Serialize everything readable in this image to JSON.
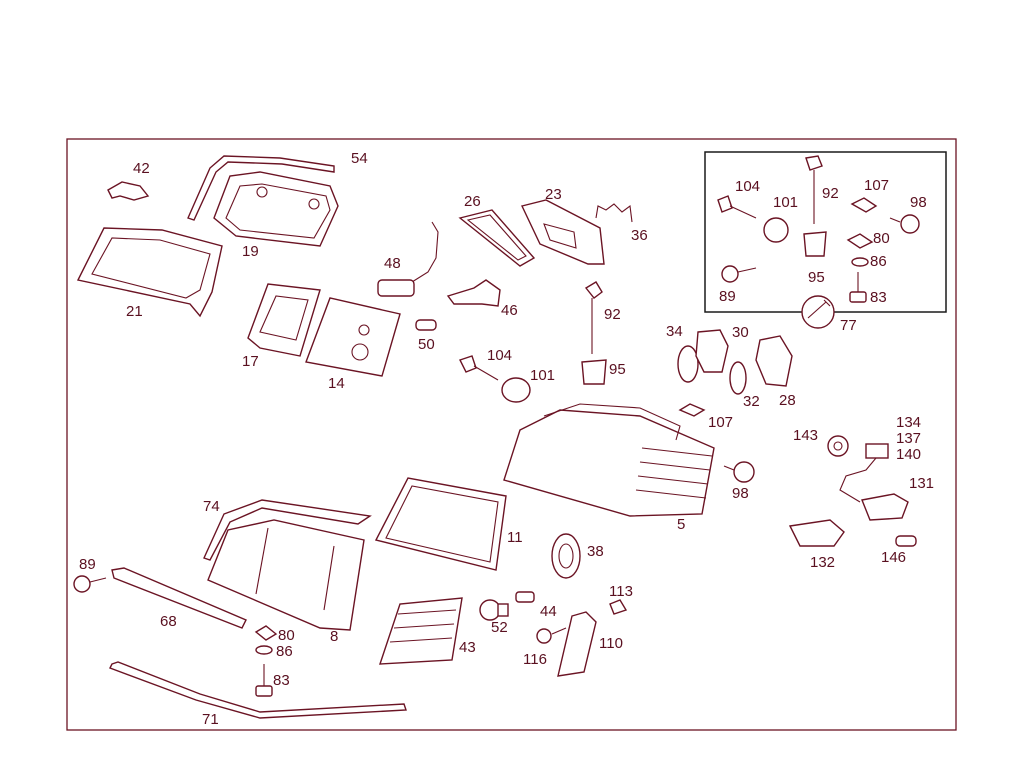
{
  "diagram": {
    "callouts": [
      {
        "id": "42",
        "text": "42"
      },
      {
        "id": "54",
        "text": "54"
      },
      {
        "id": "19",
        "text": "19"
      },
      {
        "id": "21",
        "text": "21"
      },
      {
        "id": "26",
        "text": "26"
      },
      {
        "id": "23",
        "text": "23"
      },
      {
        "id": "36",
        "text": "36"
      },
      {
        "id": "48",
        "text": "48"
      },
      {
        "id": "46",
        "text": "46"
      },
      {
        "id": "92a",
        "text": "92"
      },
      {
        "id": "50",
        "text": "50"
      },
      {
        "id": "17",
        "text": "17"
      },
      {
        "id": "14",
        "text": "14"
      },
      {
        "id": "104a",
        "text": "104"
      },
      {
        "id": "101a",
        "text": "101"
      },
      {
        "id": "95a",
        "text": "95"
      },
      {
        "id": "34",
        "text": "34"
      },
      {
        "id": "30",
        "text": "30"
      },
      {
        "id": "32",
        "text": "32"
      },
      {
        "id": "28",
        "text": "28"
      },
      {
        "id": "107a",
        "text": "107"
      },
      {
        "id": "98a",
        "text": "98"
      },
      {
        "id": "5",
        "text": "5"
      },
      {
        "id": "143",
        "text": "143"
      },
      {
        "id": "134",
        "text": "134"
      },
      {
        "id": "137",
        "text": "137"
      },
      {
        "id": "140",
        "text": "140"
      },
      {
        "id": "131",
        "text": "131"
      },
      {
        "id": "132",
        "text": "132"
      },
      {
        "id": "146",
        "text": "146"
      },
      {
        "id": "104b",
        "text": "104"
      },
      {
        "id": "101b",
        "text": "101"
      },
      {
        "id": "92b",
        "text": "92"
      },
      {
        "id": "107b",
        "text": "107"
      },
      {
        "id": "98b",
        "text": "98"
      },
      {
        "id": "80a",
        "text": "80"
      },
      {
        "id": "86a",
        "text": "86"
      },
      {
        "id": "95b",
        "text": "95"
      },
      {
        "id": "89a",
        "text": "89"
      },
      {
        "id": "83a",
        "text": "83"
      },
      {
        "id": "77",
        "text": "77"
      },
      {
        "id": "74",
        "text": "74"
      },
      {
        "id": "11",
        "text": "11"
      },
      {
        "id": "38",
        "text": "38"
      },
      {
        "id": "89b",
        "text": "89"
      },
      {
        "id": "68",
        "text": "68"
      },
      {
        "id": "80b",
        "text": "80"
      },
      {
        "id": "86b",
        "text": "86"
      },
      {
        "id": "8",
        "text": "8"
      },
      {
        "id": "83b",
        "text": "83"
      },
      {
        "id": "71",
        "text": "71"
      },
      {
        "id": "113",
        "text": "113"
      },
      {
        "id": "44",
        "text": "44"
      },
      {
        "id": "52",
        "text": "52"
      },
      {
        "id": "116",
        "text": "116"
      },
      {
        "id": "110",
        "text": "110"
      },
      {
        "id": "43",
        "text": "43"
      }
    ]
  }
}
